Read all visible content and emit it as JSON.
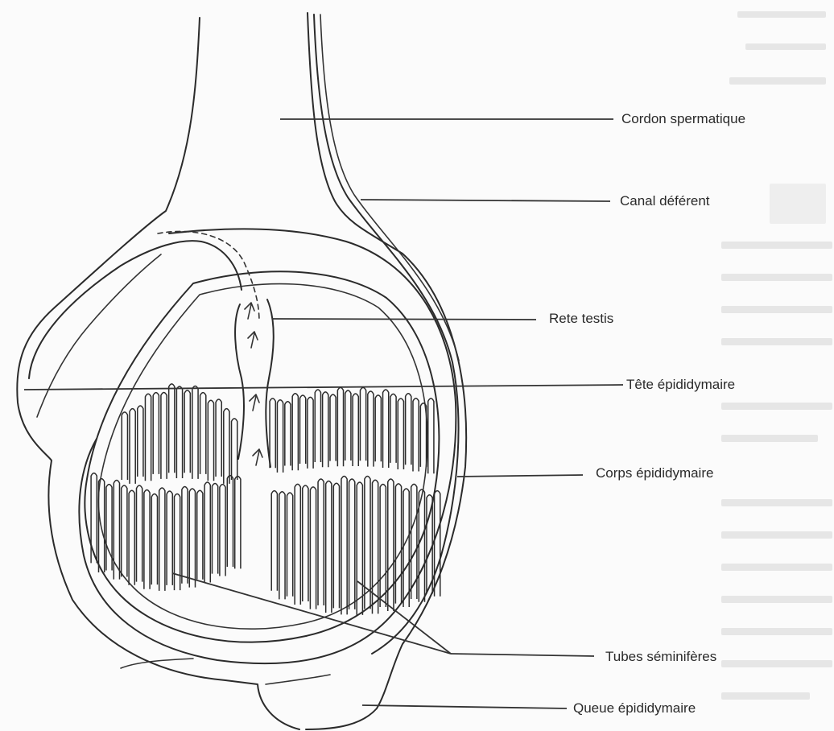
{
  "diagram": {
    "labels": {
      "cordon": "Cordon spermatique",
      "canal": "Canal déférent",
      "rete": "Rete testis",
      "tete": "Tête épididymaire",
      "corps": "Corps épididymaire",
      "tubes": "Tubes séminifères",
      "queue": "Queue épididymaire"
    },
    "colors": {
      "ink": "#2b2b2b",
      "paper": "#fbfbfb",
      "bleed_through": "#d6d6d6"
    }
  }
}
